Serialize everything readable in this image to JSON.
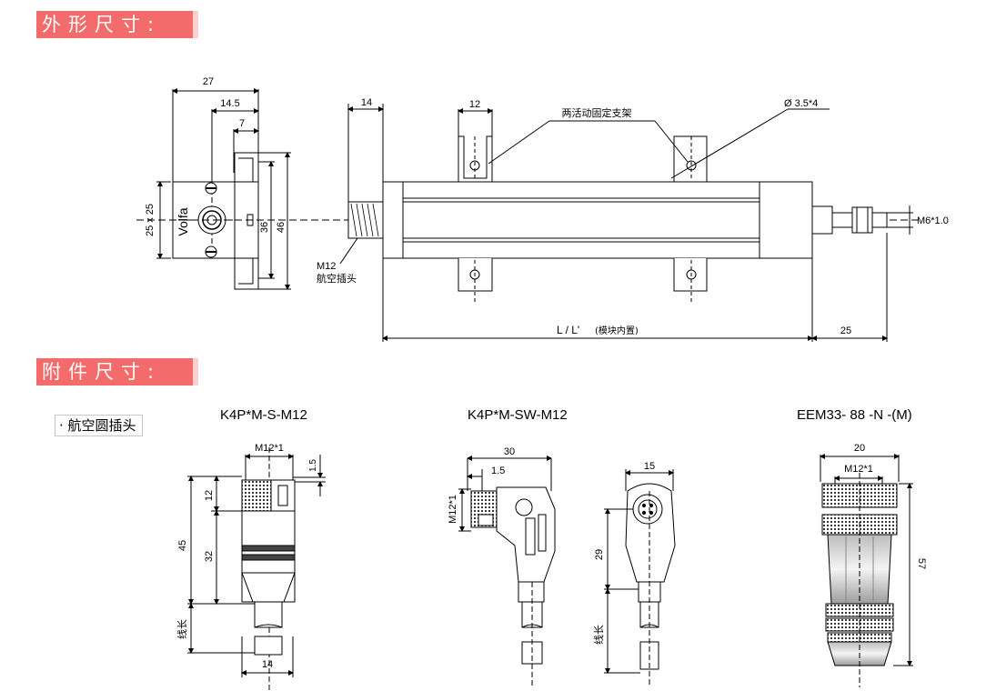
{
  "headers": {
    "outline": "外形尺寸:",
    "accessory": "附件尺寸:"
  },
  "accessory_category": "· 航空圆插头",
  "models": {
    "m1": "K4P*M-S-M12",
    "m2": "K4P*M-SW-M12",
    "m3": "EEM33- 88 -N -(M)"
  },
  "top": {
    "dim_27": "27",
    "dim_14_5": "14.5",
    "dim_7": "7",
    "dim_25x25": "25 x 25",
    "dim_36": "36",
    "dim_46": "46",
    "brand": "Volfa",
    "dim_14": "14",
    "dim_12": "12",
    "bracket_label": "两活动固定支架",
    "hole_label": "Ø 3.5*4",
    "thread_label": "M6*1.0",
    "plug_label_1": "M12",
    "plug_label_2": "航空插头",
    "length_label": "L / L'",
    "length_note": "(模块内置)",
    "dim_25": "25"
  },
  "conn1": {
    "thread": "M12*1",
    "dim_1_5": "1.5",
    "dim_12": "12",
    "dim_45": "45",
    "dim_32": "32",
    "cable_len": "线长",
    "dim_14": "14"
  },
  "conn2": {
    "dim_30": "30",
    "dim_1_5": "1.5",
    "thread": "M12*1",
    "dim_15": "15",
    "dim_29": "29",
    "cable_len": "线长"
  },
  "conn3": {
    "dim_20": "20",
    "thread": "M12*1",
    "dim_57": "57"
  }
}
